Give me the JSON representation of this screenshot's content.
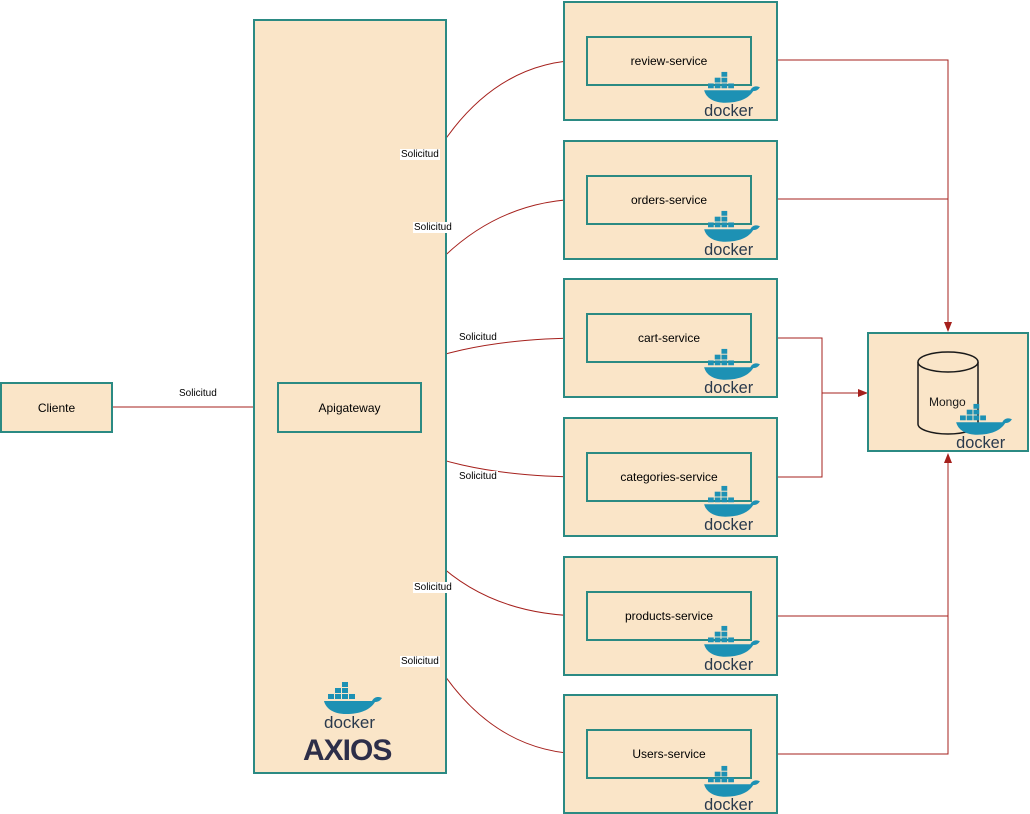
{
  "nodes": {
    "cliente": "Cliente",
    "apigateway": "Apigateway",
    "mongo": "Mongo",
    "review": "review-service",
    "orders": "orders-service",
    "cart": "cart-service",
    "categories": "categories-service",
    "products": "products-service",
    "users": "Users-service"
  },
  "edge_labels": {
    "cliente_to_gateway": "Solicitud",
    "gateway_to_review": "Solicitud",
    "gateway_to_orders": "Solicitud",
    "gateway_to_cart": "Solicitud",
    "gateway_to_categories": "Solicitud",
    "gateway_to_products": "Solicitud",
    "gateway_to_users": "Solicitud"
  },
  "logos": {
    "docker_word": "docker",
    "axios_word": "AXIOS"
  },
  "colors": {
    "box_fill": "#fae5c8",
    "box_border": "#2b8a83",
    "edge": "#a5201c",
    "docker_blue": "#1d91b4"
  },
  "icons": {
    "container": "docker-whale-icon",
    "database": "database-cylinder-icon",
    "axios": "axios-logo"
  }
}
